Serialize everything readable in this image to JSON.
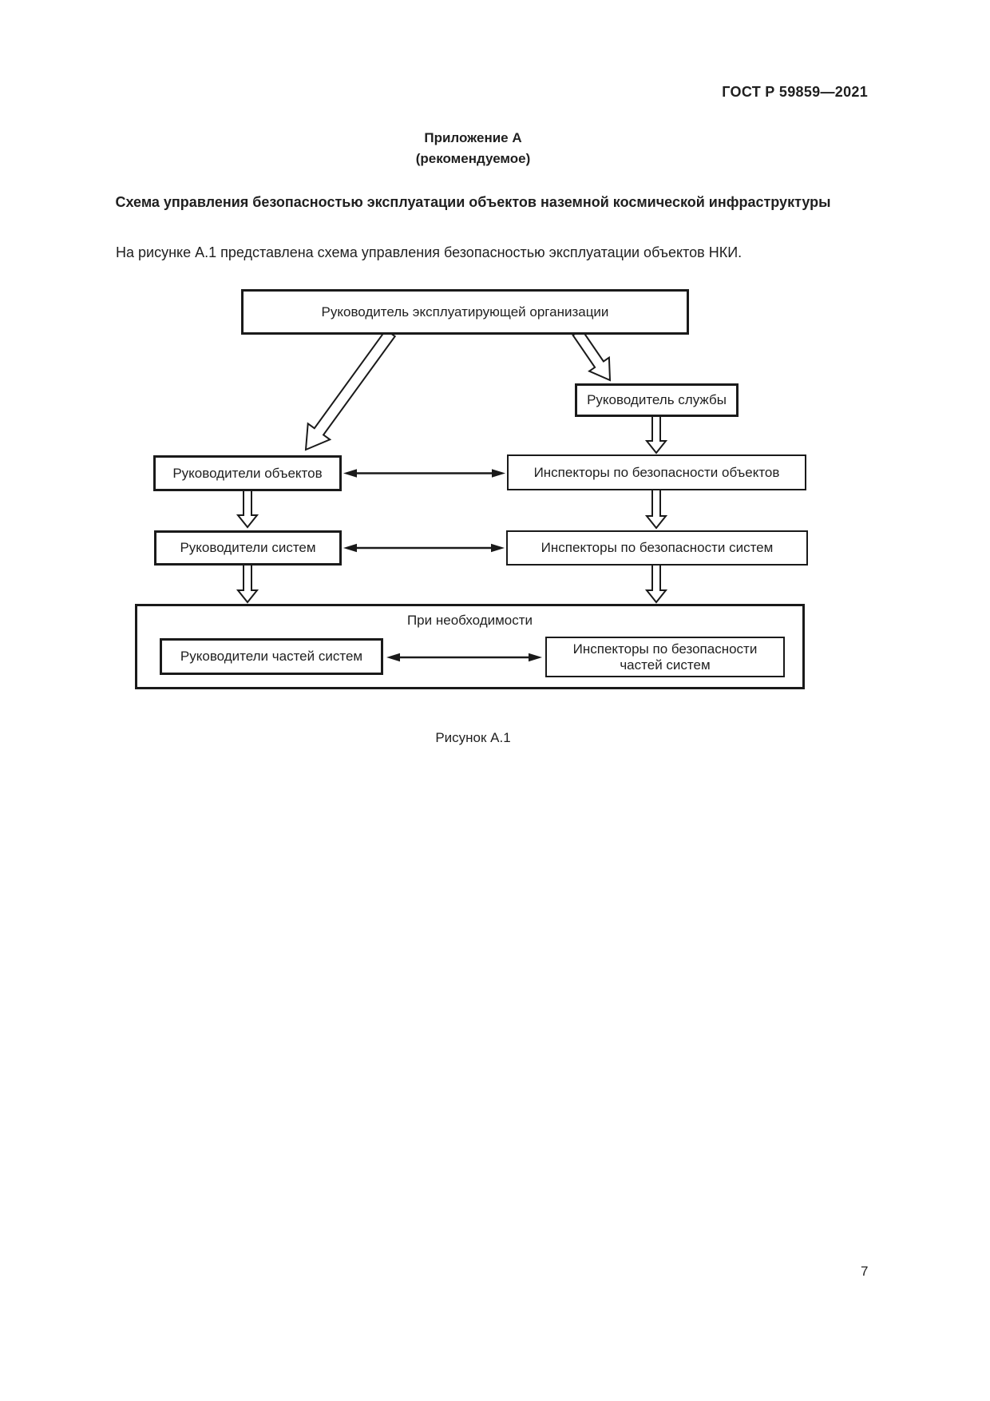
{
  "page": {
    "doc_code": "ГОСТ Р 59859—2021",
    "page_number": "7"
  },
  "appendix": {
    "label": "Приложение А",
    "kind": "(рекомендуемое)",
    "title": "Схема управления безопасностью эксплуатации объектов наземной космической инфраструктуры",
    "intro": "На рисунке А.1 представлена схема управления безопасностью эксплуатации объектов НКИ."
  },
  "figure": {
    "caption": "Рисунок А.1",
    "nodes": {
      "head_org": "Руководитель эксплуатирующей организации",
      "service_head": "Руководитель службы",
      "object_managers": "Руководители объектов",
      "object_inspectors": "Инспекторы по безопасности объектов",
      "system_managers": "Руководители систем",
      "system_inspectors": "Инспекторы по безопасности систем",
      "condition": "При необходимости",
      "part_managers": "Руководители частей систем",
      "part_inspectors": "Инспекторы по безопасности частей систем"
    }
  }
}
